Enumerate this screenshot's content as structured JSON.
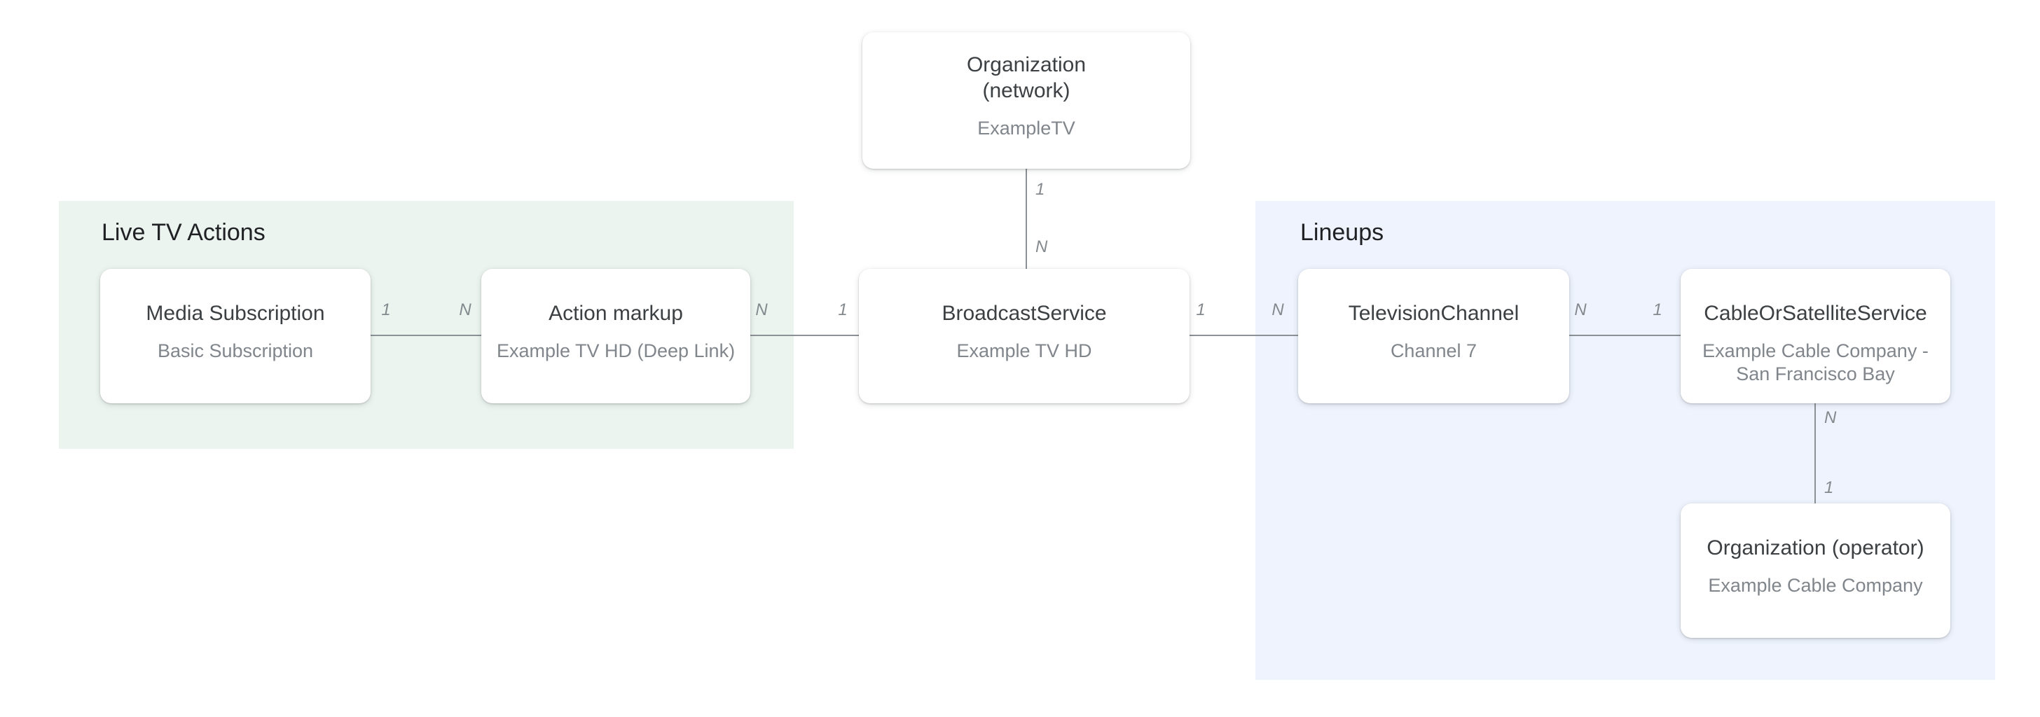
{
  "diagram": {
    "background": "#ffffff",
    "line_color": "#8b9196",
    "cardinality_color": "#84898e",
    "node_title_color": "#3c4043",
    "node_subtitle_color": "#80868b",
    "region_label_color": "#202124"
  },
  "regions": [
    {
      "id": "live-tv-actions",
      "label": "Live TV Actions",
      "color": "#EBF4EF"
    },
    {
      "id": "lineups",
      "label": "Lineups",
      "color": "#EEF3FD"
    }
  ],
  "nodes": [
    {
      "id": "organization-network",
      "title": "Organization\n(network)",
      "subtitle": "ExampleTV"
    },
    {
      "id": "media-subscription",
      "title": "Media Subscription",
      "subtitle": "Basic Subscription"
    },
    {
      "id": "action-markup",
      "title": "Action markup",
      "subtitle": "Example TV HD (Deep Link)"
    },
    {
      "id": "broadcast-service",
      "title": "BroadcastService",
      "subtitle": "Example TV HD"
    },
    {
      "id": "television-channel",
      "title": "TelevisionChannel",
      "subtitle": "Channel 7"
    },
    {
      "id": "cable-or-satellite-service",
      "title": "CableOrSatelliteService",
      "subtitle": "Example Cable Company -\nSan Francisco Bay"
    },
    {
      "id": "organization-operator",
      "title": "Organization (operator)",
      "subtitle": "Example Cable Company"
    }
  ],
  "connections": [
    {
      "from": "media-subscription",
      "to": "action-markup",
      "orientation": "horizontal",
      "from_cardinality": "1",
      "to_cardinality": "N"
    },
    {
      "from": "action-markup",
      "to": "broadcast-service",
      "orientation": "horizontal",
      "from_cardinality": "N",
      "to_cardinality": "1"
    },
    {
      "from": "organization-network",
      "to": "broadcast-service",
      "orientation": "vertical",
      "from_cardinality": "1",
      "to_cardinality": "N"
    },
    {
      "from": "broadcast-service",
      "to": "television-channel",
      "orientation": "horizontal",
      "from_cardinality": "1",
      "to_cardinality": "N"
    },
    {
      "from": "television-channel",
      "to": "cable-or-satellite-service",
      "orientation": "horizontal",
      "from_cardinality": "N",
      "to_cardinality": "1"
    },
    {
      "from": "cable-or-satellite-service",
      "to": "organization-operator",
      "orientation": "vertical",
      "from_cardinality": "N",
      "to_cardinality": "1"
    }
  ]
}
